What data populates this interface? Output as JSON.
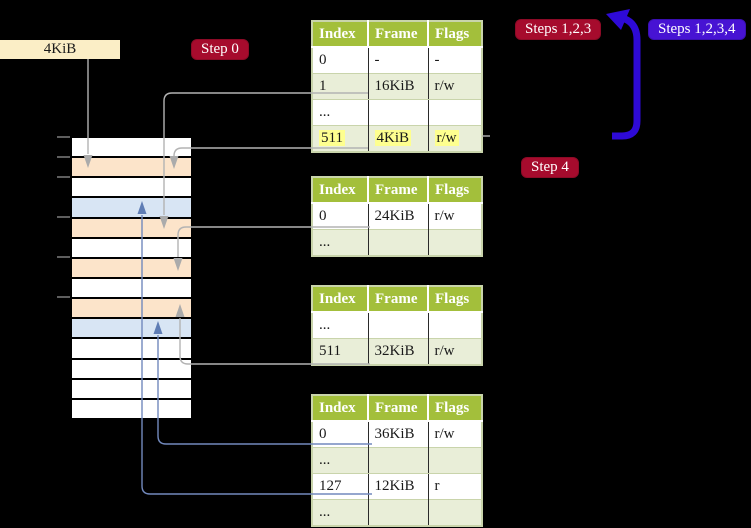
{
  "memory_label": "4KiB",
  "badges": {
    "step0": "Step 0",
    "steps123": "Steps 1,2,3",
    "steps1234": "Steps 1,2,3,4",
    "step4": "Step 4"
  },
  "memory": {
    "row_colors": [
      "white",
      "peach",
      "white",
      "blue",
      "peach",
      "white",
      "peach",
      "white",
      "peach",
      "blue",
      "white",
      "white",
      "white",
      "white"
    ],
    "legend": {
      "peach": "#fce4ca",
      "blue": "#d8e5f4",
      "white": "#ffffff"
    }
  },
  "tables": [
    {
      "headers": [
        "Index",
        "Frame",
        "Flags"
      ],
      "rows": [
        [
          "0",
          "-",
          "-"
        ],
        [
          "1",
          "16KiB",
          "r/w"
        ],
        [
          "...",
          "",
          ""
        ],
        [
          "511",
          "4KiB",
          "r/w"
        ]
      ],
      "highlight_row": 3
    },
    {
      "headers": [
        "Index",
        "Frame",
        "Flags"
      ],
      "rows": [
        [
          "0",
          "24KiB",
          "r/w"
        ],
        [
          "...",
          "",
          ""
        ]
      ],
      "highlight_row": null
    },
    {
      "headers": [
        "Index",
        "Frame",
        "Flags"
      ],
      "rows": [
        [
          "...",
          "",
          ""
        ],
        [
          "511",
          "32KiB",
          "r/w"
        ]
      ],
      "highlight_row": null
    },
    {
      "headers": [
        "Index",
        "Frame",
        "Flags"
      ],
      "rows": [
        [
          "0",
          "36KiB",
          "r/w"
        ],
        [
          "...",
          "",
          ""
        ],
        [
          "127",
          "12KiB",
          "r"
        ],
        [
          "...",
          "",
          ""
        ]
      ],
      "highlight_row": null
    }
  ],
  "colors": {
    "table_header_green": "#a3bf3b",
    "table_row_green": "#e9eed8",
    "highlight_yellow": "#feff8f",
    "badge_red": "#a60b2d",
    "badge_blue": "#4713d3",
    "big_arrow_blue": "#2e0ad6",
    "connector_gray": "#b3b3b3",
    "connector_blue": "#7289bd",
    "label_cream": "#fbeec6"
  }
}
